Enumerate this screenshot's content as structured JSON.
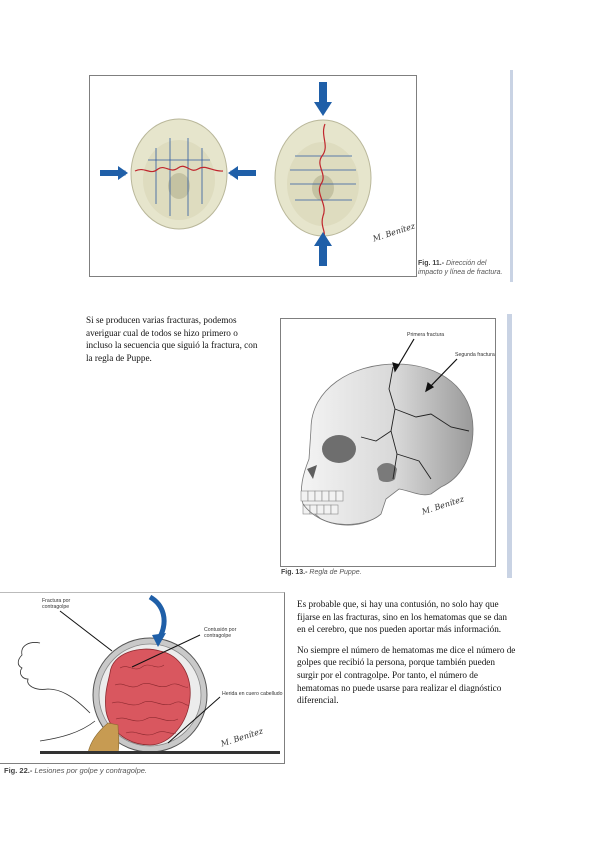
{
  "fig11": {
    "number": "Fig. 11.-",
    "caption_line1": "Dirección del",
    "caption_line2": "impacto y línea de fractura."
  },
  "paragraph1": "Si se producen varias fracturas, podemos averiguar cual de todos se hizo primero o incluso la secuencia que siguió la fractura, con la regla de Puppe.",
  "fig13": {
    "number": "Fig. 13.-",
    "caption": "Regla de Puppe.",
    "label_first": "Primera fractura",
    "label_second": "Segunda fractura"
  },
  "fig22": {
    "number": "Fig. 22.-",
    "caption": "Lesiones por golpe y contragolpe.",
    "label_fracture_1": "Fractura por",
    "label_fracture_2": "contragolpe",
    "label_contusion_1": "Contusión por",
    "label_contusion_2": "contragolpe",
    "label_wound": "Herida en cuero cabelludo"
  },
  "paragraph2": "Es probable que, si hay una contusión, no solo hay que fijarse en las fracturas, sino en los hematomas que se dan en el cerebro, que nos pueden aportar más información.",
  "paragraph3": "No siempre el número de hematomas me dice el número de golpes que recibió la persona, porque también pueden surgir por el contragolpe. Por tanto, el número de hematomas no puede usarse para realizar el diagnóstico diferencial.",
  "signature": "M. Benítez",
  "colors": {
    "arrow_blue": "#1f5fa8",
    "fracture_red": "#c0262d",
    "skull": "#e6e5cc",
    "brain": "#d9575f",
    "frame_bar": "#c9d3e4"
  }
}
